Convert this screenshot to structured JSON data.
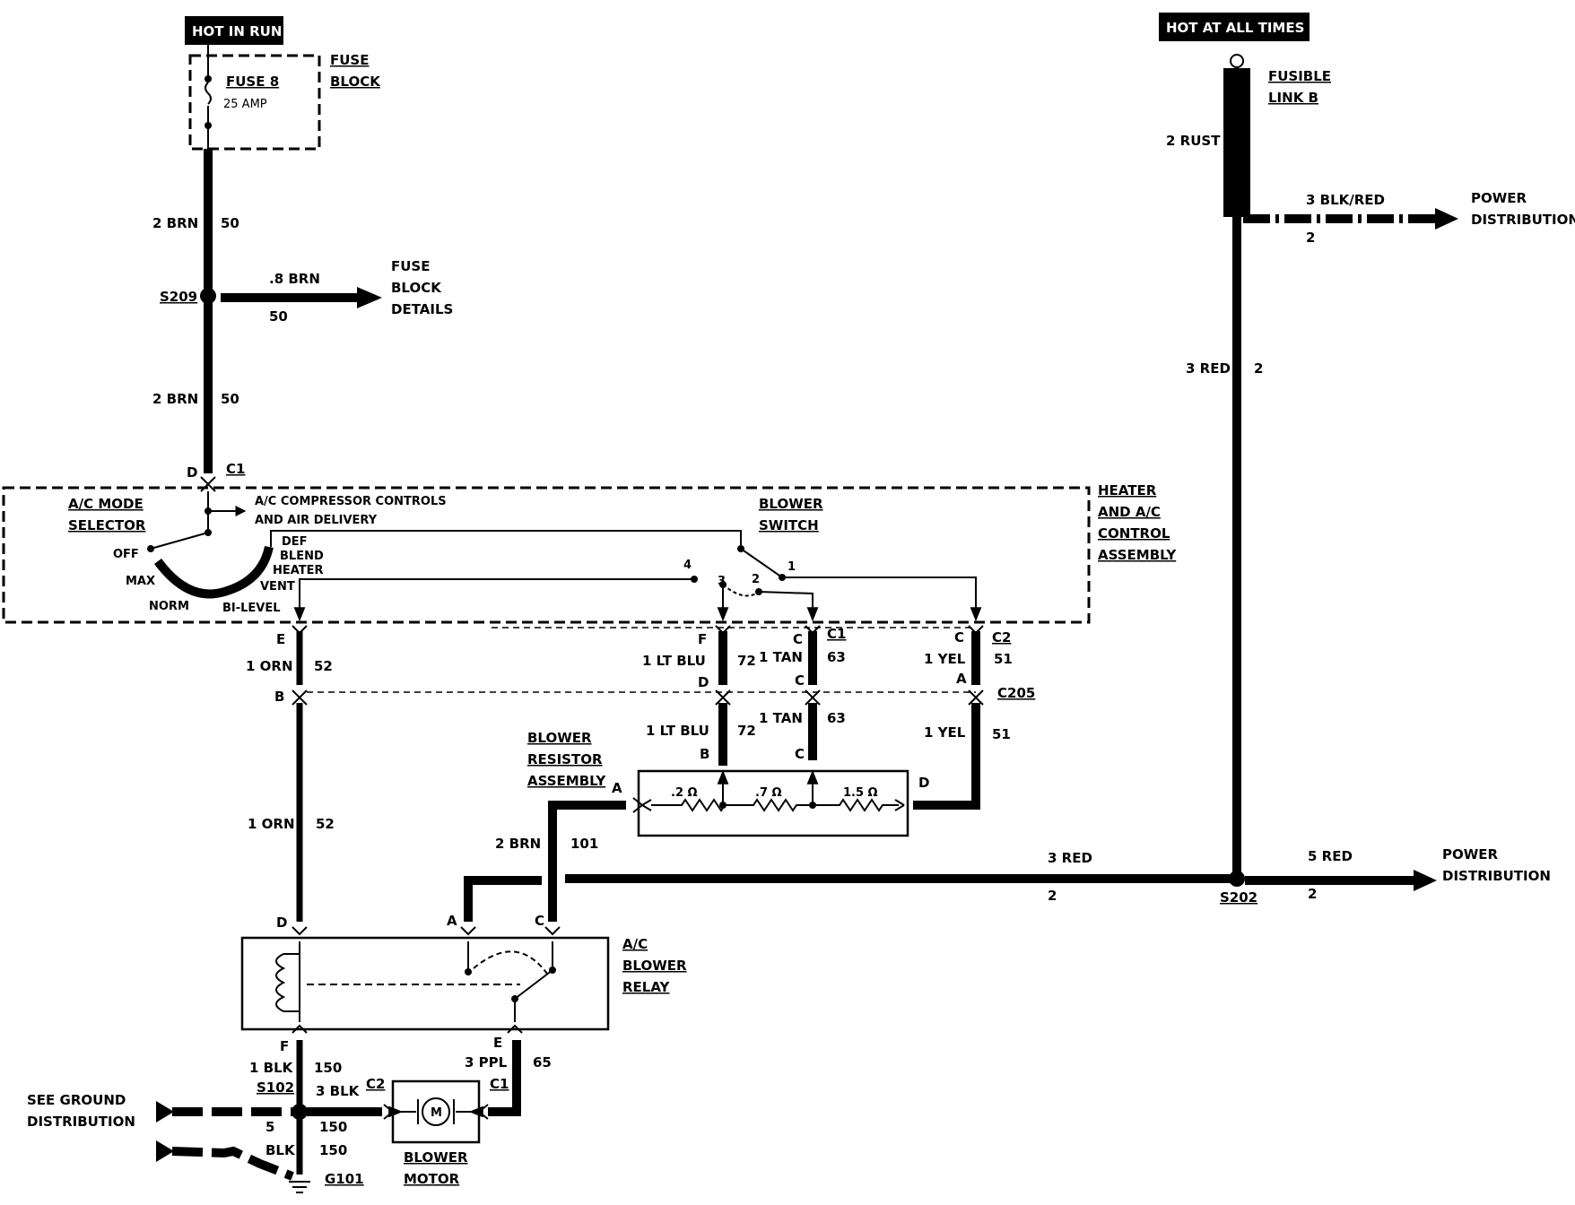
{
  "power": {
    "hot_in_run": "HOT IN RUN",
    "hot_at_all_times": "HOT AT ALL TIMES"
  },
  "fuse_block": {
    "title_line1": "FUSE",
    "title_line2": "BLOCK",
    "fuse_name": "FUSE 8",
    "fuse_rating": "25 AMP"
  },
  "fusible_link": {
    "line1": "FUSIBLE",
    "line2": "LINK B",
    "wire": "2 RUST"
  },
  "wires": {
    "brn_top": "2 BRN",
    "brn_top_num": "50",
    "brn_branch": ".8 BRN",
    "brn_branch_num": "50",
    "brn_mid": "2 BRN",
    "brn_mid_num": "50",
    "blk_red": "3 BLK/RED",
    "blk_red_num": "2",
    "red_vertical": "3 RED",
    "red_vertical_num": "2",
    "orn_upper": "1 ORN",
    "orn_upper_num": "52",
    "orn_lower": "1 ORN",
    "orn_lower_num": "52",
    "ltblu_upper": "1 LT BLU",
    "ltblu_upper_num": "72",
    "ltblu_lower": "1 LT BLU",
    "ltblu_lower_num": "72",
    "tan_upper": "1 TAN",
    "tan_upper_num": "63",
    "tan_lower": "1 TAN",
    "tan_lower_num": "63",
    "yel_upper": "1 YEL",
    "yel_upper_num": "51",
    "yel_lower": "1 YEL",
    "yel_lower_num": "51",
    "brn_relay": "2 BRN",
    "brn_relay_num": "101",
    "red_horizontal": "3 RED",
    "red_horizontal_num": "2",
    "red_out": "5 RED",
    "red_out_num": "2",
    "blk_relay": "1 BLK",
    "blk_relay_num": "150",
    "blk_motor": "3 BLK",
    "blk_motor_num": "150",
    "ppl": "3 PPL",
    "ppl_num": "65",
    "ground_num": "5",
    "ground_num2": "150",
    "ground_blk": "BLK",
    "ground_blk_num": "150"
  },
  "splices": {
    "s209": "S209",
    "s202": "S202",
    "s102": "S102",
    "g101": "G101"
  },
  "destinations": {
    "fuse_block_details": [
      "FUSE",
      "BLOCK",
      "DETAILS"
    ],
    "power_distribution_top": [
      "POWER",
      "DISTRIBUTION"
    ],
    "power_distribution_bottom": [
      "POWER",
      "DISTRIBUTION"
    ],
    "ground_distribution": [
      "SEE GROUND",
      "DISTRIBUTION"
    ]
  },
  "control_assembly": {
    "title": [
      "HEATER",
      "AND A/C",
      "CONTROL",
      "ASSEMBLY"
    ],
    "mode_selector": [
      "A/C MODE",
      "SELECTOR"
    ],
    "compressor": [
      "A/C COMPRESSOR CONTROLS",
      "AND AIR DELIVERY"
    ],
    "blower_switch": [
      "BLOWER",
      "SWITCH"
    ],
    "positions": {
      "off": "OFF",
      "max": "MAX",
      "norm": "NORM",
      "bilevel": "BI-LEVEL",
      "vent": "VENT",
      "heater": "HEATER",
      "blend": "BLEND",
      "def": "DEF"
    },
    "switch_pos": [
      "4",
      "3",
      "2",
      "1"
    ]
  },
  "connectors": {
    "d": "D",
    "c1": "C1",
    "e": "E",
    "b": "B",
    "f": "F",
    "d2": "D",
    "c_tan1": "C",
    "c1_tan": "C1",
    "c_tan2": "C",
    "c_yel": "C",
    "c2": "C2",
    "a_yel": "A",
    "c205": "C205",
    "b_res": "B",
    "c_res": "C",
    "a_res": "A",
    "d_res": "D",
    "relay_d": "D",
    "relay_a": "A",
    "relay_c": "C",
    "relay_f": "F",
    "relay_e": "E",
    "motor_c2": "C2",
    "motor_c1": "C1"
  },
  "resistor": {
    "title": [
      "BLOWER",
      "RESISTOR",
      "ASSEMBLY"
    ],
    "r1": ".2 Ω",
    "r2": ".7 Ω",
    "r3": "1.5 Ω"
  },
  "relay": {
    "title": [
      "A/C",
      "BLOWER",
      "RELAY"
    ]
  },
  "motor": {
    "title": [
      "BLOWER",
      "MOTOR"
    ],
    "symbol": "M"
  }
}
